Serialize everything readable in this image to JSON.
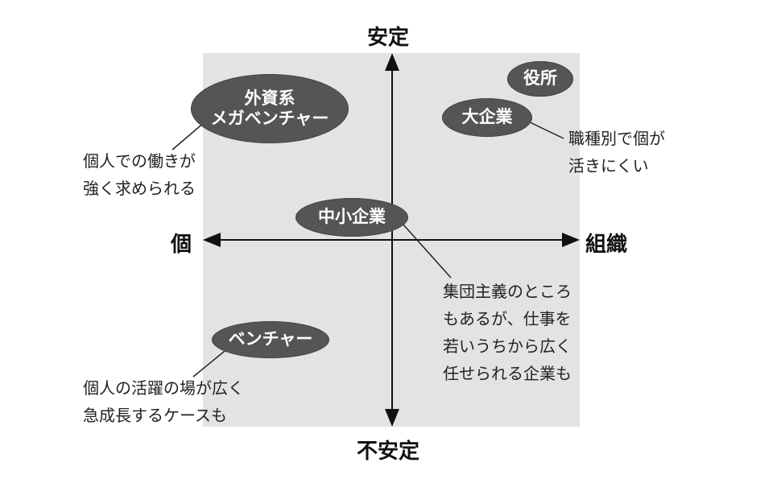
{
  "axes": {
    "top": "安定",
    "bottom": "不安定",
    "left": "個",
    "right": "組織"
  },
  "bubbles": {
    "foreign_venture": {
      "line1": "外資系",
      "line2": "メガベンチャー"
    },
    "government": "役所",
    "large_company": "大企業",
    "sme": "中小企業",
    "venture": "ベンチャー"
  },
  "notes": {
    "foreign_venture": [
      "個人での働きが",
      "強く求められる"
    ],
    "large_company": [
      "職種別で個が",
      "活きにくい"
    ],
    "sme": [
      "集団主義のところ",
      "もあるが、仕事を",
      "若いうちから広く",
      "任せられる企業も"
    ],
    "venture": [
      "個人の活躍の場が広く",
      "急成長するケースも"
    ]
  },
  "colors": {
    "panel": "#e3e3e3",
    "bubble": "#555555",
    "axis": "#111111"
  }
}
